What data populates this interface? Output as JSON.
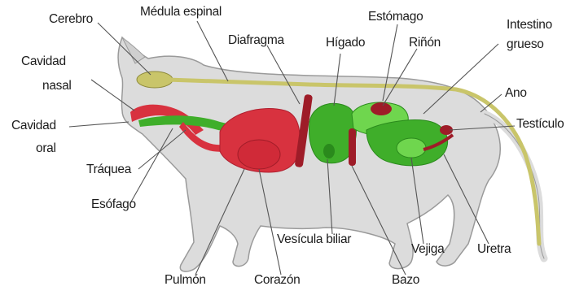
{
  "labels": {
    "cerebro": "Cerebro",
    "medula": "Médula espinal",
    "diafragma": "Diafragma",
    "higado": "Hígado",
    "estomago": "Estómago",
    "rinon": "Riñón",
    "intestino_1": "Intestino",
    "intestino_2": "grueso",
    "cavidad_nasal_1": "Cavidad",
    "cavidad_nasal_2": "nasal",
    "ano": "Ano",
    "cavidad_oral_1": "Cavidad",
    "cavidad_oral_2": "oral",
    "testiculo": "Testículo",
    "traquea": "Tráquea",
    "esofago": "Esófago",
    "vesicula": "Vesícula biliar",
    "vejiga": "Vejiga",
    "uretra": "Uretra",
    "pulmon": "Pulmón",
    "corazon": "Corazón",
    "bazo": "Bazo"
  },
  "colors": {
    "body_fill": "#dcdcdc",
    "body_stroke": "#9a9a9a",
    "nervous": "#c9c56a",
    "respiratory": "#d8323f",
    "digestive": "#3fae2a",
    "digestive_light": "#6fd64e",
    "leader": "#555555"
  }
}
